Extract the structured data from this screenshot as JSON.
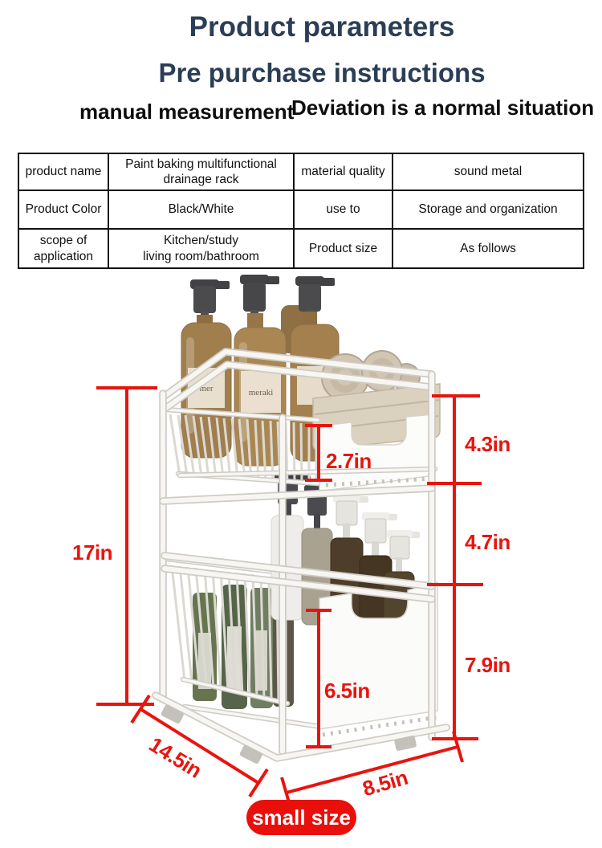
{
  "header": {
    "title": "Product parameters",
    "subtitle": "Pre purchase instructions",
    "note_left": "manual measurement",
    "note_right": "Deviation is a normal situation",
    "title_color": "#2b3e56"
  },
  "table": {
    "rows": [
      [
        "product name",
        "Paint baking multifunctional\ndrainage rack",
        "material quality",
        "sound metal"
      ],
      [
        "Product Color",
        "Black/White",
        "use to",
        "Storage and organization"
      ],
      [
        "scope of\napplication",
        "Kitchen/study\nliving room/bathroom",
        "Product size",
        "As follows"
      ]
    ]
  },
  "figure": {
    "accent_red": "#e9140e",
    "bottle_labels": [
      "mer",
      "meraki"
    ],
    "dims": {
      "total_height": "17in",
      "top_basket_inner": "2.7in",
      "top_tier": "4.3in",
      "tier_gap": "4.7in",
      "bottom_tier": "7.9in",
      "bottom_basket_inner": "6.5in",
      "depth": "14.5in",
      "width": "8.5in"
    },
    "badge": "small size"
  }
}
